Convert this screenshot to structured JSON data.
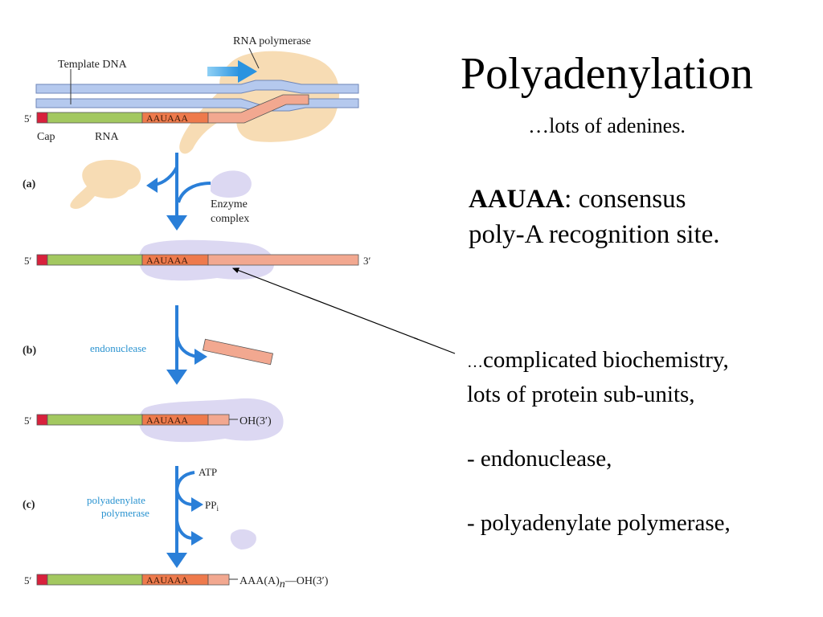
{
  "slide": {
    "title": "Polyadenylation",
    "subtitle": "…lots of adenines.",
    "consensus_bold": "AAUAA",
    "consensus_rest": ": consensus",
    "consensus_line2": "poly-A recognition site.",
    "notes": {
      "ellipsis": "…",
      "line1": "complicated biochemistry,",
      "line2": "lots of protein sub-units,",
      "line3": "- endonuclease,",
      "line4": "- polyadenylate polymerase,"
    }
  },
  "diagram": {
    "rna_polymerase_label": "RNA  polymerase",
    "template_dna_label": "Template DNA",
    "cap_label": "Cap",
    "rna_label": "RNA",
    "five_prime": "5′",
    "three_prime": "3′",
    "signal": "AAUAAA",
    "step_a": "(a)",
    "step_b": "(b)",
    "step_c": "(c)",
    "enzyme_line1": "Enzyme",
    "enzyme_line2": "complex",
    "endonuclease": "endonuclease",
    "oh_end": "OH(3′)",
    "poly_line1": "polyadenylate",
    "poly_line2": "polymerase",
    "atp": "ATP",
    "ppi_base": "PP",
    "ppi_sub": "i",
    "polya_prefix": "AAA(A)",
    "polya_n": "n",
    "polya_suffix": "OH(3′)",
    "colors": {
      "cap": "#d8213c",
      "rna_green": "#a3c860",
      "signal": "#ee7a4c",
      "rna_tail": "#f2a890",
      "dna": "#b5c9ee",
      "protein_tan": "#f7dcb4",
      "protein_lavender": "#dcd8f2",
      "arrow_blue": "#2a7fd8",
      "label_blue": "#2a93d0"
    }
  }
}
